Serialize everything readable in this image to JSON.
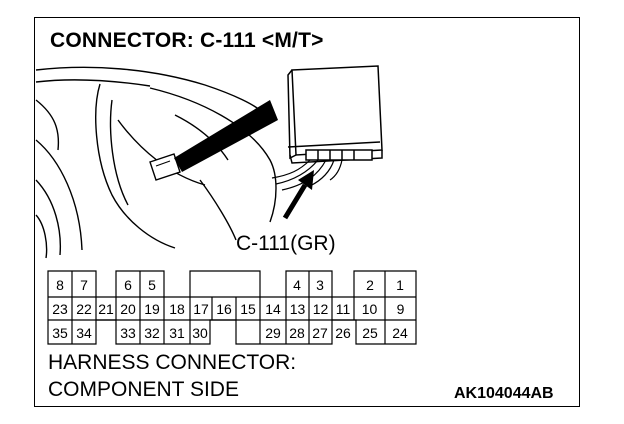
{
  "title": "CONNECTOR: C-111 <M/T>",
  "connector_label": "C-111(GR)",
  "harness_line1": "HARNESS CONNECTOR:",
  "harness_line2": "COMPONENT SIDE",
  "code": "AK104044AB",
  "pins": {
    "row1": [
      {
        "label": "8",
        "col": 0
      },
      {
        "label": "7",
        "col": 1
      },
      {
        "label": "6",
        "col": 3
      },
      {
        "label": "5",
        "col": 4
      },
      {
        "label": "4",
        "col": 11
      },
      {
        "label": "3",
        "col": 12
      },
      {
        "label": "2",
        "col": 14
      },
      {
        "label": "1",
        "col": 15
      }
    ],
    "row2": [
      "23",
      "22",
      "21",
      "20",
      "19",
      "18",
      "17",
      "16",
      "15",
      "14",
      "13",
      "12",
      "11",
      "10",
      "9"
    ],
    "row3": [
      {
        "label": "35",
        "col": 0
      },
      {
        "label": "34",
        "col": 1
      },
      {
        "label": "33",
        "col": 3
      },
      {
        "label": "32",
        "col": 4
      },
      {
        "label": "31",
        "col": 5
      },
      {
        "label": "30",
        "col": 6
      },
      {
        "label": "29",
        "col": 9
      },
      {
        "label": "28",
        "col": 10
      },
      {
        "label": "27",
        "col": 11
      },
      {
        "label": "26",
        "col": 12
      },
      {
        "label": "25",
        "col": 14
      },
      {
        "label": "24",
        "col": 15
      }
    ]
  }
}
